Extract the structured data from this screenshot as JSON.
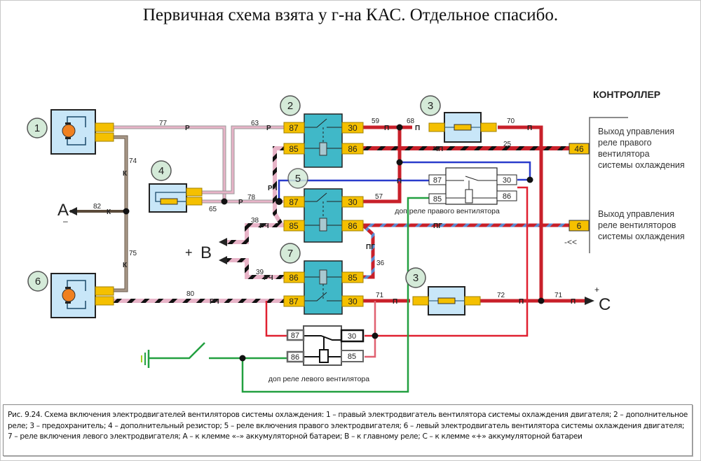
{
  "title": "Первичная схема взята у  г-на КАС. Отдельное спасибо.",
  "controller": {
    "heading": "КОНТРОЛЛЕР",
    "outputs": [
      {
        "pin": "46",
        "lines": [
          "Выход управления",
          "реле правого",
          "вентилятора",
          "системы охлаждения"
        ]
      },
      {
        "pin": "6",
        "lines": [
          "Выход управления",
          "реле вентиляторов",
          "системы охлаждения"
        ]
      }
    ],
    "connector_symbol": "-<<"
  },
  "components": {
    "motor_right": {
      "number": "1"
    },
    "relay_additional": {
      "number": "2",
      "pins": [
        "87",
        "85",
        "30",
        "86"
      ]
    },
    "fuse_top": {
      "number": "3"
    },
    "resistor": {
      "number": "4"
    },
    "relay_right": {
      "number": "5",
      "pins": [
        "87",
        "85",
        "30",
        "86"
      ]
    },
    "motor_left": {
      "number": "6"
    },
    "relay_left": {
      "number": "7",
      "pins": [
        "86",
        "87",
        "85",
        "30"
      ]
    },
    "fuse_bottom": {
      "number": "3"
    },
    "extra_relay_right": {
      "label": "доп реле правого вентилятора",
      "pins": [
        "87",
        "85",
        "30",
        "86"
      ]
    },
    "extra_relay_left": {
      "label": "доп   реле левого вентилятора",
      "pins": [
        "87",
        "86",
        "30",
        "85"
      ]
    }
  },
  "terminals": {
    "A": {
      "label": "A",
      "sign": "–"
    },
    "B": {
      "label": "B",
      "sign": "+"
    },
    "C": {
      "label": "C",
      "sign": "+"
    }
  },
  "wires": [
    {
      "num": "77",
      "code": "Р"
    },
    {
      "num": "63",
      "code": "Р"
    },
    {
      "num": "74",
      "code": "К"
    },
    {
      "num": "82",
      "code": "К"
    },
    {
      "num": "75",
      "code": "К"
    },
    {
      "num": "65",
      "code": ""
    },
    {
      "num": "78",
      "code": "Р"
    },
    {
      "num": "59",
      "code": "П"
    },
    {
      "num": "68",
      "code": "П"
    },
    {
      "num": "70",
      "code": "П"
    },
    {
      "num": "25",
      "code": "ЧП"
    },
    {
      "num": "57",
      "code": ""
    },
    {
      "num": "38",
      "code": "РЧ"
    },
    {
      "num": "39",
      "code": "РЧ"
    },
    {
      "num": "36",
      "code": "ПГ"
    },
    {
      "num": "80",
      "code": "РЧ"
    },
    {
      "num": "71",
      "code": "П"
    },
    {
      "num": "72",
      "code": "П"
    },
    {
      "num": "71",
      "code": "П"
    },
    {
      "num": "",
      "code": "РЧ"
    },
    {
      "num": "",
      "code": "ПГ"
    },
    {
      "num": "",
      "code": "П"
    }
  ],
  "colors": {
    "pink": "#e8b4c8",
    "red": "#c8202a",
    "brown": "#8a7868",
    "blue": "#2a3ccc",
    "green": "#22a040",
    "relay": "#40b8c8",
    "pin": "#f5c000",
    "component_bg": "#c8e6f8",
    "badge": "#d4ead8"
  },
  "caption": "Рис. 9.24. Схема включения электродвигателей вентиляторов системы охлаждения: 1 – правый электродвигатель вентилятора системы охлаждения двигателя; 2 – дополнительное реле; 3 – предохранитель; 4 – дополнительный резистор; 5 – реле включения правого электродвигателя; 6 – левый электродвигатель вентилятора системы охлаждения двигателя; 7 – реле включения левого электродвигателя; A – к клемме «–» аккумуляторной батареи; B – к главному реле; C – к клемме «+» аккумуляторной батареи"
}
